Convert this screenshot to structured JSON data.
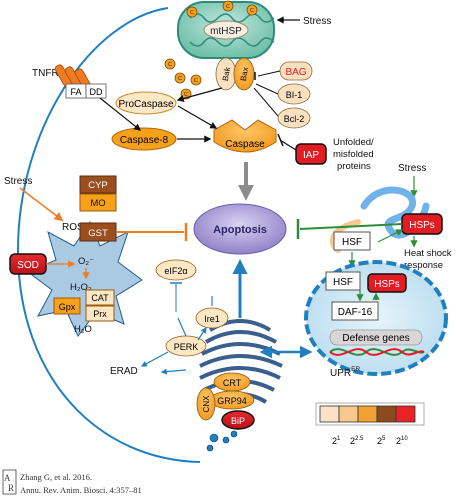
{
  "nodes": {
    "mthsp": "mtHSP",
    "stress_top": "Stress",
    "tnfr": "TNFR",
    "fa": "FA",
    "dd": "DD",
    "bak": "Bak",
    "bax": "Bax",
    "bag": "BAG",
    "bi1": "BI-1",
    "bcl2": "Bcl-2",
    "procaspase": "ProCaspase",
    "caspase8": "Caspase-8",
    "caspase": "Caspase",
    "iap": "IAP",
    "unfolded_line1": "Unfolded/",
    "unfolded_line2": "misfolded",
    "unfolded_line3": "proteins",
    "stress_right": "Stress",
    "stress_left": "Stress",
    "cyp": "CYP",
    "mo": "MO",
    "ros": "ROS",
    "gst": "GST",
    "sod": "SOD",
    "o2_radical": "O₂⁻",
    "h2o2": "H₂O₂",
    "gpx": "Gpx",
    "cat": "CAT",
    "prx": "Prx",
    "h2o": "H₂O",
    "apoptosis": "Apoptosis",
    "hsps": "HSPs",
    "hsf_top": "HSF",
    "hsf_nucleus": "HSF",
    "hsps_nucleus": "HSPs",
    "heat_line1": "Heat shock",
    "heat_line2": "response",
    "daf16": "DAF-16",
    "defense_genes": "Defense genes",
    "eif2a": "eIF2α",
    "ire1": "Ire1",
    "perk": "PERK",
    "erad": "ERAD",
    "crt": "CRT",
    "grp94": "GRP94",
    "cnx": "CNX",
    "bip": "BiP",
    "upr": "UPR",
    "upr_sup": "ER",
    "cyto_c": "C"
  },
  "legend": {
    "labels": [
      "2",
      "2",
      "2",
      "2"
    ],
    "exponents": [
      "1",
      "2.5",
      "5",
      "10"
    ],
    "colors": [
      "#fbe1c8",
      "#f7c98e",
      "#f0a234",
      "#8c4a1e",
      "#e8232a"
    ]
  },
  "citation": {
    "line1": "Zhang G, et al. 2016.",
    "line2": "Annu. Rev. Anim. Biosci. 4:357–81"
  },
  "colors": {
    "orange": "#f7a11a",
    "brown": "#9b4f1f",
    "red": "#e31b23",
    "teal": "#7fc8b5",
    "blue": "#1f7fc1",
    "purple": "#8f82c8",
    "green": "#2e8b3a"
  }
}
